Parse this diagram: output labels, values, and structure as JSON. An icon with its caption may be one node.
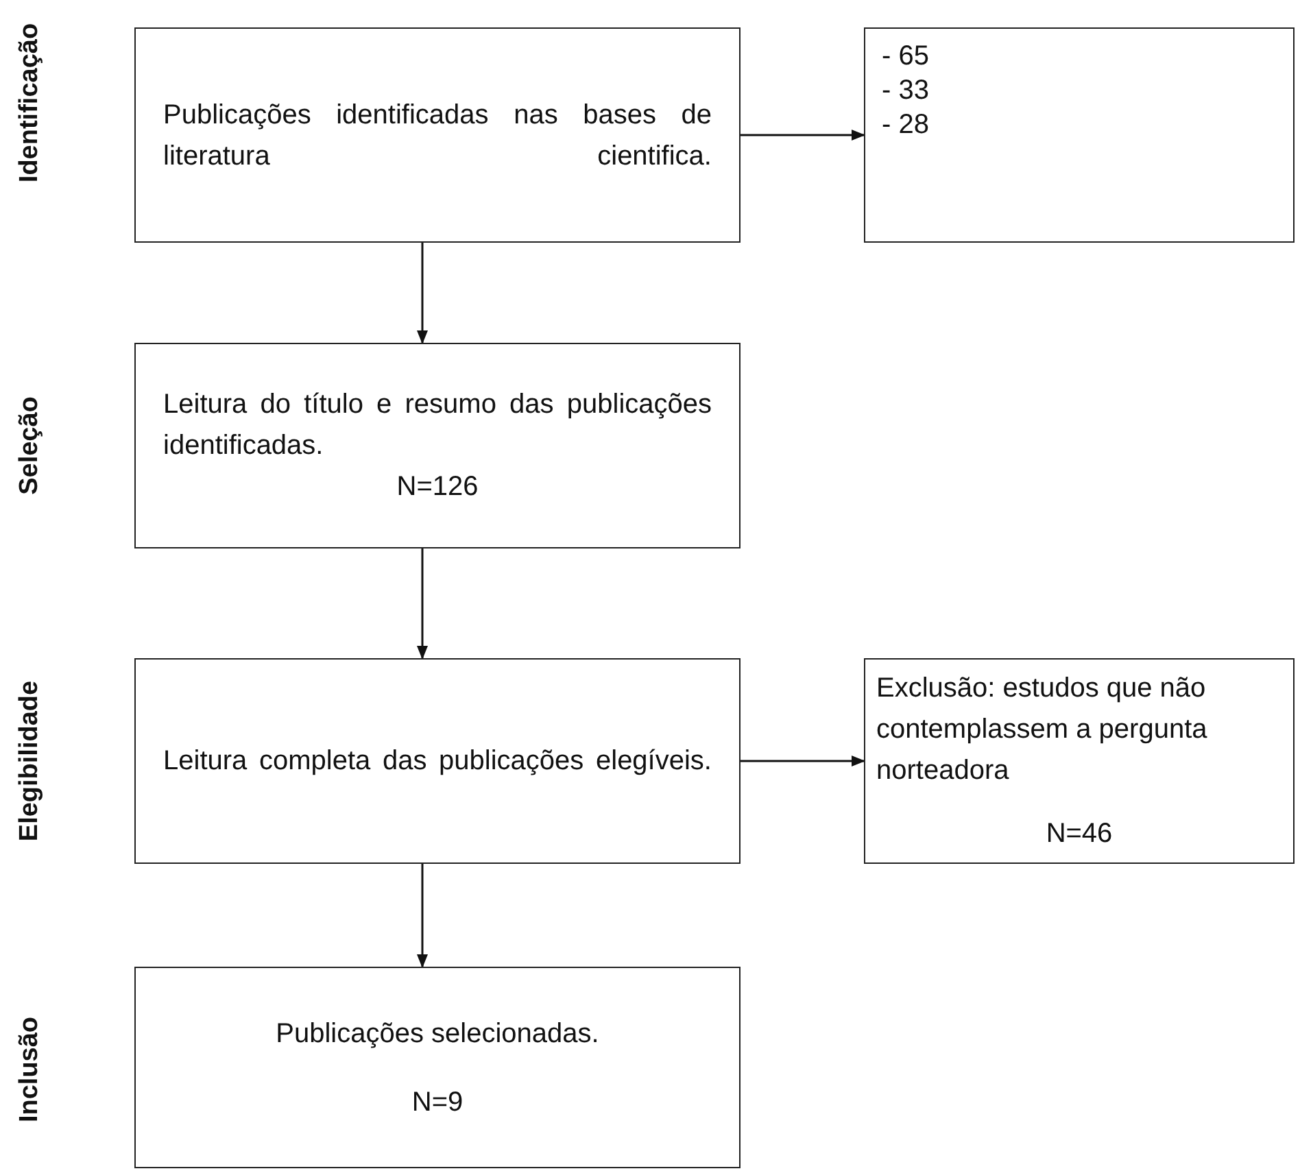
{
  "diagram": {
    "nodes": [
      {
        "text": [
          "Publicações identificadas nas bases de literatura cientifica."
        ]
      },
      {
        "text": [
          "- 65",
          "- 33",
          "- 28"
        ]
      },
      {
        "text": [
          "Leitura do título e resumo das publicações identificadas.",
          "N=126"
        ]
      },
      {
        "text": [
          "Leitura completa das publicações elegíveis."
        ]
      },
      {
        "text": [
          "Exclusão: estudos que não contemplassem a pergunta norteadora",
          "N=46"
        ]
      },
      {
        "text": [
          "Publicações selecionadas.",
          "N=9"
        ]
      }
    ],
    "edges": [
      {
        "from": 0,
        "to": 1,
        "arrow": "to"
      },
      {
        "from": 0,
        "to": 2,
        "arrow": "to"
      },
      {
        "from": 2,
        "to": 3,
        "arrow": "to"
      },
      {
        "from": 3,
        "to": 4,
        "arrow": "to"
      },
      {
        "from": 3,
        "to": 5,
        "arrow": "to"
      }
    ],
    "labels": [
      "Identificação",
      "Seleção",
      "Elegibilidade",
      "Inclusão"
    ]
  }
}
